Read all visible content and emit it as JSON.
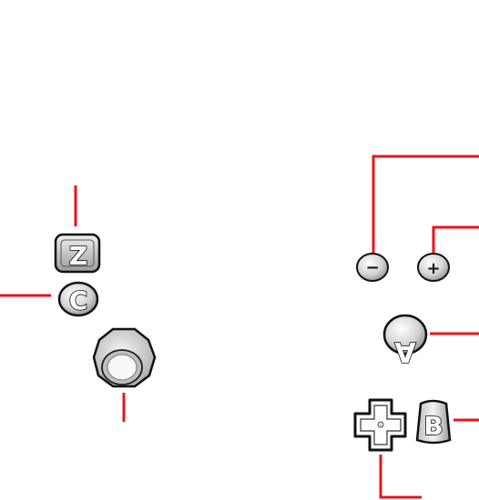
{
  "controller": {
    "nunchuk": {
      "z_button": {
        "label": "Z",
        "icon": "z-button-icon"
      },
      "c_button": {
        "label": "C",
        "icon": "c-button-icon"
      },
      "control_stick": {
        "icon": "control-stick-icon"
      }
    },
    "remote": {
      "minus_button": {
        "label": "−",
        "icon": "minus-button-icon"
      },
      "plus_button": {
        "label": "+",
        "icon": "plus-button-icon"
      },
      "a_button": {
        "label": "A",
        "icon": "a-button-icon"
      },
      "b_button": {
        "label": "B",
        "icon": "b-button-icon"
      },
      "dpad": {
        "icon": "dpad-icon"
      }
    }
  },
  "colors": {
    "callout": "#e8141a",
    "button_fill": "#d6d6d6",
    "outline": "#111111"
  }
}
